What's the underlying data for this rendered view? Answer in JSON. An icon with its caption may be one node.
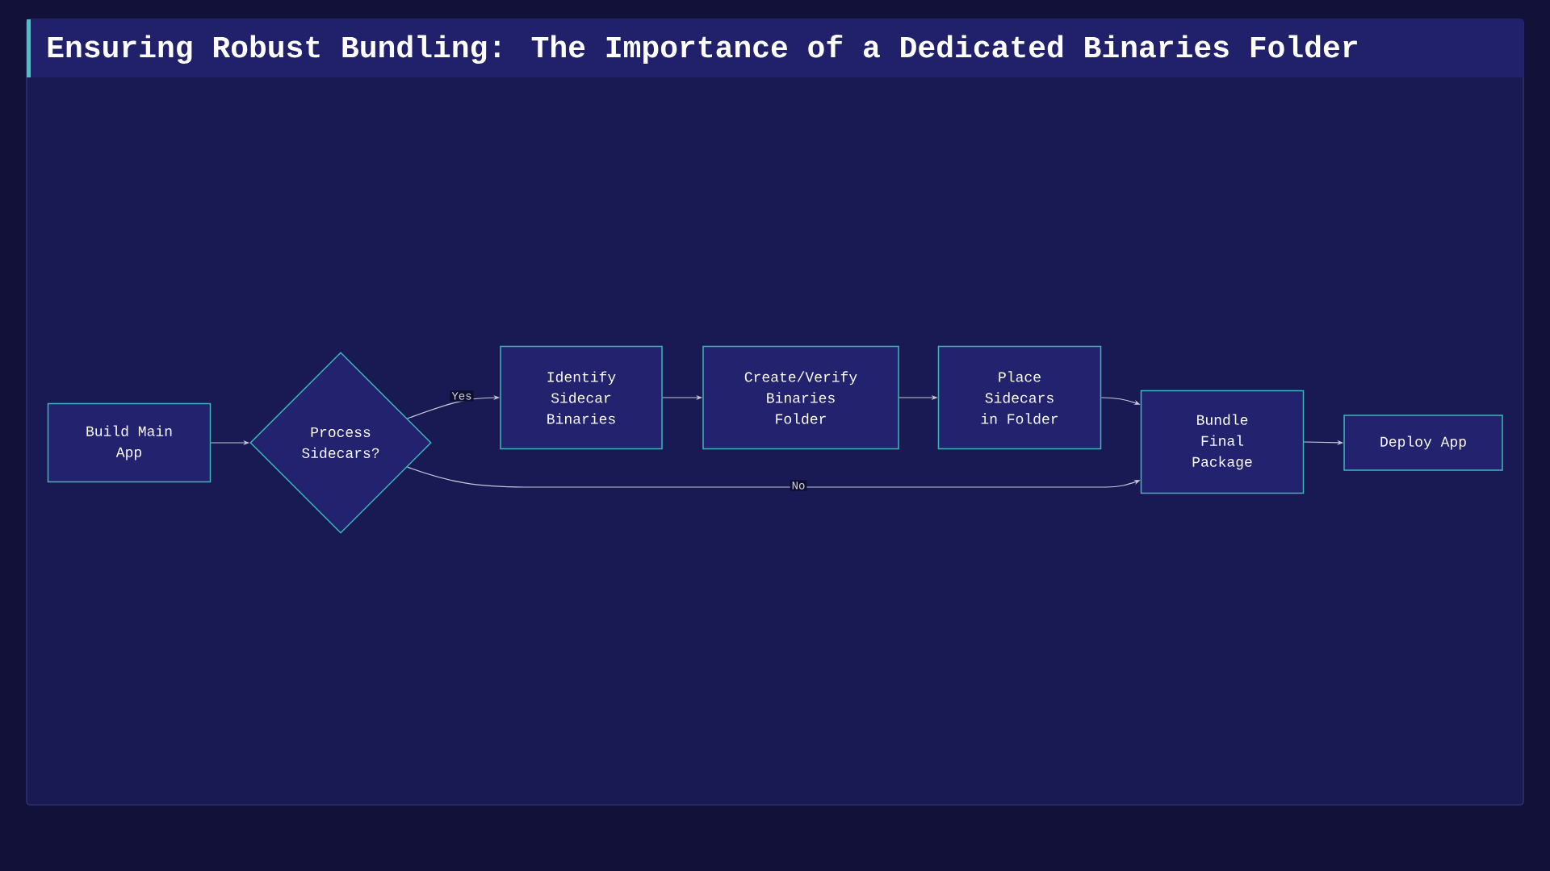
{
  "diagram": {
    "title": "Ensuring Robust Bundling: The Importance of a Dedicated Binaries Folder",
    "nodes": [
      {
        "text": [
          "Build Main App"
        ]
      },
      {
        "text": [
          "Process Sidecars?"
        ]
      },
      {
        "text": [
          "Identify Sidecar Binaries"
        ]
      },
      {
        "text": [
          "Create/Verify Binaries Folder"
        ]
      },
      {
        "text": [
          "Place Sidecars in Folder"
        ]
      },
      {
        "text": [
          "Bundle Final Package"
        ]
      },
      {
        "text": [
          "Deploy App"
        ]
      }
    ],
    "edges": [
      {
        "from": 0,
        "to": 1,
        "arrow": "to"
      },
      {
        "from": 1,
        "to": 2,
        "arrow": "to",
        "label": "Yes"
      },
      {
        "from": 2,
        "to": 3,
        "arrow": "to"
      },
      {
        "from": 3,
        "to": 4,
        "arrow": "to"
      },
      {
        "from": 4,
        "to": 5,
        "arrow": "to"
      },
      {
        "from": 1,
        "to": 5,
        "arrow": "to",
        "label": "No"
      },
      {
        "from": 5,
        "to": 6,
        "arrow": "to"
      }
    ]
  }
}
